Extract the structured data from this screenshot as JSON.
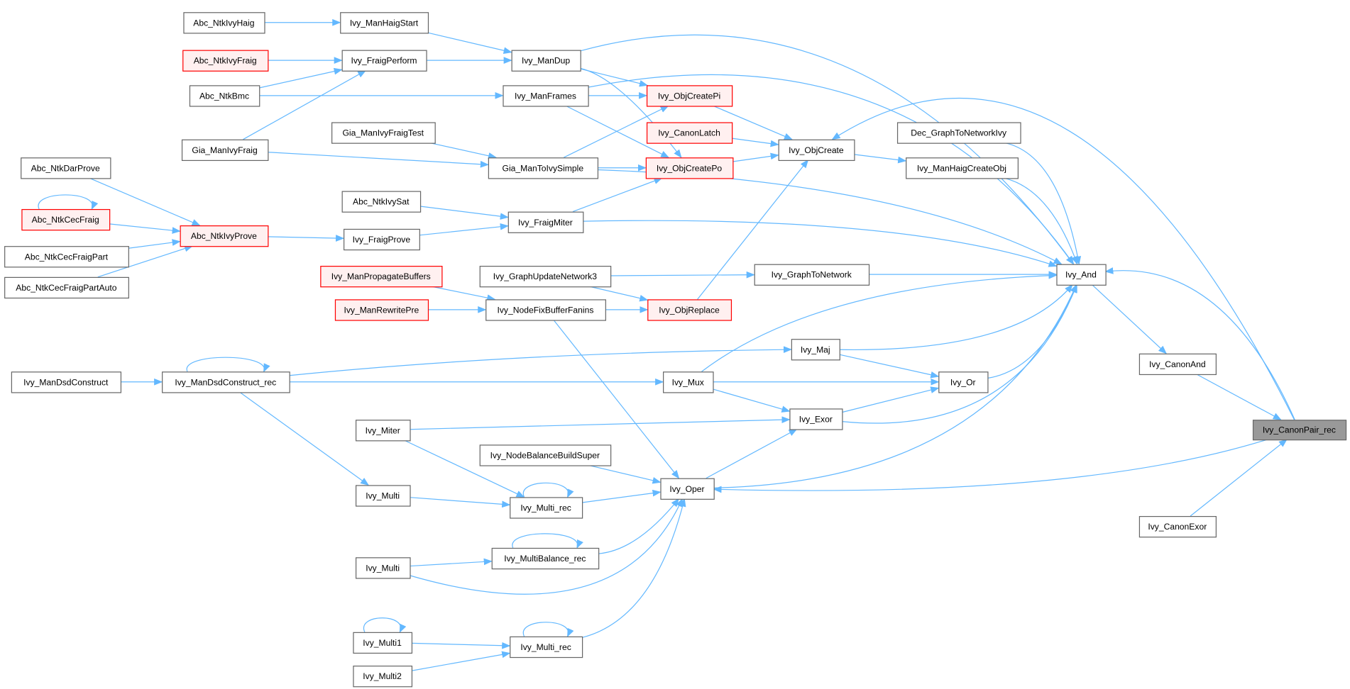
{
  "graph": {
    "title": "Ivy_CanonPair_rec",
    "colors": {
      "edge": "#63b8ff",
      "node_border": "#666666",
      "highlight_border": "#ff0000",
      "highlight_fill": "#fff0f0",
      "root_fill": "#999999"
    },
    "nodes": [
      {
        "id": "abc_ntkivyhaig",
        "label": "Abc_NtkIvyHaig"
      },
      {
        "id": "ivy_manhaigstart",
        "label": "Ivy_ManHaigStart"
      },
      {
        "id": "abc_ntkivyfraig",
        "label": "Abc_NtkIvyFraig",
        "style": "red"
      },
      {
        "id": "ivy_fraigperform",
        "label": "Ivy_FraigPerform"
      },
      {
        "id": "abc_ntkbmc",
        "label": "Abc_NtkBmc"
      },
      {
        "id": "gia_manivyfraig",
        "label": "Gia_ManIvyFraig"
      },
      {
        "id": "gia_manivyfraigtest",
        "label": "Gia_ManIvyFraigTest"
      },
      {
        "id": "abc_ntkdarprove",
        "label": "Abc_NtkDarProve"
      },
      {
        "id": "abc_ntkcecfraig",
        "label": "Abc_NtkCecFraig",
        "style": "red"
      },
      {
        "id": "abc_ntkivyprove",
        "label": "Abc_NtkIvyProve",
        "style": "red"
      },
      {
        "id": "abc_ntkcecfraigpart",
        "label": "Abc_NtkCecFraigPart"
      },
      {
        "id": "abc_ntkcecfraigpartauto",
        "label": "Abc_NtkCecFraigPartAuto"
      },
      {
        "id": "ivy_mandup",
        "label": "Ivy_ManDup"
      },
      {
        "id": "ivy_manframes",
        "label": "Ivy_ManFrames"
      },
      {
        "id": "gia_mantoivysimple",
        "label": "Gia_ManToIvySimple"
      },
      {
        "id": "abc_ntkivysat",
        "label": "Abc_NtkIvySat"
      },
      {
        "id": "ivy_fraigmiter",
        "label": "Ivy_FraigMiter"
      },
      {
        "id": "ivy_fraigprove",
        "label": "Ivy_FraigProve"
      },
      {
        "id": "ivy_objcreatepi",
        "label": "Ivy_ObjCreatePi",
        "style": "red"
      },
      {
        "id": "ivy_canonlatch",
        "label": "Ivy_CanonLatch",
        "style": "red"
      },
      {
        "id": "ivy_objcreatepo",
        "label": "Ivy_ObjCreatePo",
        "style": "red"
      },
      {
        "id": "ivy_objcreate",
        "label": "Ivy_ObjCreate"
      },
      {
        "id": "dec_graphtonetworkivy",
        "label": "Dec_GraphToNetworkIvy"
      },
      {
        "id": "ivy_manhaigcreateobj",
        "label": "Ivy_ManHaigCreateObj"
      },
      {
        "id": "ivy_and",
        "label": "Ivy_And"
      },
      {
        "id": "ivy_manpropagatebuffers",
        "label": "Ivy_ManPropagateBuffers",
        "style": "red"
      },
      {
        "id": "ivy_graphupdatenetwork3",
        "label": "Ivy_GraphUpdateNetwork3"
      },
      {
        "id": "ivy_graphtonetwork",
        "label": "Ivy_GraphToNetwork"
      },
      {
        "id": "ivy_manrewritepre",
        "label": "Ivy_ManRewritePre",
        "style": "red"
      },
      {
        "id": "ivy_nodefixbufferfanins",
        "label": "Ivy_NodeFixBufferFanins"
      },
      {
        "id": "ivy_objreplace",
        "label": "Ivy_ObjReplace",
        "style": "red"
      },
      {
        "id": "ivy_maj",
        "label": "Ivy_Maj"
      },
      {
        "id": "ivy_mandsdconstruct",
        "label": "Ivy_ManDsdConstruct"
      },
      {
        "id": "ivy_mandsdconstruct_rec",
        "label": "Ivy_ManDsdConstruct_rec"
      },
      {
        "id": "ivy_mux",
        "label": "Ivy_Mux"
      },
      {
        "id": "ivy_or",
        "label": "Ivy_Or"
      },
      {
        "id": "ivy_canonand",
        "label": "Ivy_CanonAnd"
      },
      {
        "id": "ivy_exor",
        "label": "Ivy_Exor"
      },
      {
        "id": "ivy_canonpair_rec",
        "label": "Ivy_CanonPair_rec",
        "style": "root"
      },
      {
        "id": "ivy_miter",
        "label": "Ivy_Miter"
      },
      {
        "id": "ivy_nodebalancebuildsuper",
        "label": "Ivy_NodeBalanceBuildSuper"
      },
      {
        "id": "ivy_oper",
        "label": "Ivy_Oper"
      },
      {
        "id": "ivy_multi_a",
        "label": "Ivy_Multi"
      },
      {
        "id": "ivy_multi_rec_a",
        "label": "Ivy_Multi_rec"
      },
      {
        "id": "ivy_canonexor",
        "label": "Ivy_CanonExor"
      },
      {
        "id": "ivy_multibalance_rec",
        "label": "Ivy_MultiBalance_rec"
      },
      {
        "id": "ivy_multi_b",
        "label": "Ivy_Multi"
      },
      {
        "id": "ivy_multi1",
        "label": "Ivy_Multi1"
      },
      {
        "id": "ivy_multi_rec_b",
        "label": "Ivy_Multi_rec"
      },
      {
        "id": "ivy_multi2",
        "label": "Ivy_Multi2"
      }
    ],
    "edges": [
      [
        "abc_ntkivyhaig",
        "ivy_manhaigstart"
      ],
      [
        "ivy_manhaigstart",
        "ivy_mandup"
      ],
      [
        "abc_ntkivyfraig",
        "ivy_fraigperform"
      ],
      [
        "abc_ntkbmc",
        "ivy_fraigperform"
      ],
      [
        "gia_manivyfraig",
        "ivy_fraigperform"
      ],
      [
        "ivy_fraigperform",
        "ivy_mandup"
      ],
      [
        "abc_ntkbmc",
        "ivy_manframes"
      ],
      [
        "gia_manivyfraig",
        "gia_mantoivysimple"
      ],
      [
        "gia_manivyfraigtest",
        "gia_mantoivysimple"
      ],
      [
        "ivy_mandup",
        "ivy_and"
      ],
      [
        "ivy_mandup",
        "ivy_objcreatepi"
      ],
      [
        "ivy_mandup",
        "ivy_objcreatepo"
      ],
      [
        "ivy_manframes",
        "ivy_and"
      ],
      [
        "ivy_manframes",
        "ivy_objcreatepi"
      ],
      [
        "ivy_manframes",
        "ivy_objcreatepo"
      ],
      [
        "gia_mantoivysimple",
        "ivy_objcreatepi"
      ],
      [
        "gia_mantoivysimple",
        "ivy_objcreatepo"
      ],
      [
        "gia_mantoivysimple",
        "ivy_and"
      ],
      [
        "ivy_fraigmiter",
        "ivy_objcreatepo"
      ],
      [
        "ivy_fraigmiter",
        "ivy_and"
      ],
      [
        "abc_ntkivysat",
        "ivy_fraigmiter"
      ],
      [
        "ivy_fraigprove",
        "ivy_fraigmiter"
      ],
      [
        "abc_ntkivyprove",
        "ivy_fraigprove"
      ],
      [
        "abc_ntkdarprove",
        "abc_ntkivyprove"
      ],
      [
        "abc_ntkcecfraig",
        "abc_ntkivyprove"
      ],
      [
        "abc_ntkcecfraig",
        "abc_ntkcecfraig"
      ],
      [
        "abc_ntkcecfraigpart",
        "abc_ntkivyprove"
      ],
      [
        "abc_ntkcecfraigpartauto",
        "abc_ntkivyprove"
      ],
      [
        "ivy_objcreatepi",
        "ivy_objcreate"
      ],
      [
        "ivy_canonlatch",
        "ivy_objcreate"
      ],
      [
        "ivy_objcreatepo",
        "ivy_objcreate"
      ],
      [
        "ivy_objreplace",
        "ivy_objcreate"
      ],
      [
        "ivy_objcreate",
        "ivy_manhaigcreateobj"
      ],
      [
        "ivy_canonpair_rec",
        "ivy_objcreate"
      ],
      [
        "dec_graphtonetworkivy",
        "ivy_and"
      ],
      [
        "ivy_manhaigcreateobj",
        "ivy_and"
      ],
      [
        "ivy_graphupdatenetwork3",
        "ivy_graphtonetwork"
      ],
      [
        "ivy_graphupdatenetwork3",
        "ivy_objreplace"
      ],
      [
        "ivy_graphtonetwork",
        "ivy_and"
      ],
      [
        "ivy_manpropagatebuffers",
        "ivy_nodefixbufferfanins"
      ],
      [
        "ivy_manrewritepre",
        "ivy_nodefixbufferfanins"
      ],
      [
        "ivy_nodefixbufferfanins",
        "ivy_objreplace"
      ],
      [
        "ivy_nodefixbufferfanins",
        "ivy_oper"
      ],
      [
        "ivy_mux",
        "ivy_and"
      ],
      [
        "ivy_maj",
        "ivy_and"
      ],
      [
        "ivy_maj",
        "ivy_or"
      ],
      [
        "ivy_mandsdconstruct_rec",
        "ivy_maj"
      ],
      [
        "ivy_mandsdconstruct_rec",
        "ivy_mux"
      ],
      [
        "ivy_mandsdconstruct_rec",
        "ivy_mandsdconstruct_rec"
      ],
      [
        "ivy_mandsdconstruct",
        "ivy_mandsdconstruct_rec"
      ],
      [
        "ivy_mandsdconstruct_rec",
        "ivy_multi_a"
      ],
      [
        "ivy_mux",
        "ivy_or"
      ],
      [
        "ivy_mux",
        "ivy_exor"
      ],
      [
        "ivy_or",
        "ivy_and"
      ],
      [
        "ivy_exor",
        "ivy_or"
      ],
      [
        "ivy_exor",
        "ivy_and"
      ],
      [
        "ivy_miter",
        "ivy_exor"
      ],
      [
        "ivy_miter",
        "ivy_multi_rec_a"
      ],
      [
        "ivy_oper",
        "ivy_exor"
      ],
      [
        "ivy_oper",
        "ivy_and"
      ],
      [
        "ivy_canonpair_rec",
        "ivy_oper"
      ],
      [
        "ivy_canonpair_rec",
        "ivy_and"
      ],
      [
        "ivy_and",
        "ivy_canonand"
      ],
      [
        "ivy_canonand",
        "ivy_canonpair_rec"
      ],
      [
        "ivy_canonexor",
        "ivy_canonpair_rec"
      ],
      [
        "ivy_nodebalancebuildsuper",
        "ivy_oper"
      ],
      [
        "ivy_multi_a",
        "ivy_multi_rec_a"
      ],
      [
        "ivy_multi_rec_a",
        "ivy_oper"
      ],
      [
        "ivy_multi_rec_a",
        "ivy_multi_rec_a"
      ],
      [
        "ivy_multibalance_rec",
        "ivy_oper"
      ],
      [
        "ivy_multibalance_rec",
        "ivy_multibalance_rec"
      ],
      [
        "ivy_multi_b",
        "ivy_multibalance_rec"
      ],
      [
        "ivy_multi_b",
        "ivy_oper"
      ],
      [
        "ivy_multi1",
        "ivy_multi_rec_b"
      ],
      [
        "ivy_multi1",
        "ivy_multi1"
      ],
      [
        "ivy_multi2",
        "ivy_multi_rec_b"
      ],
      [
        "ivy_multi_rec_b",
        "ivy_oper"
      ],
      [
        "ivy_multi_rec_b",
        "ivy_multi_rec_b"
      ]
    ]
  }
}
